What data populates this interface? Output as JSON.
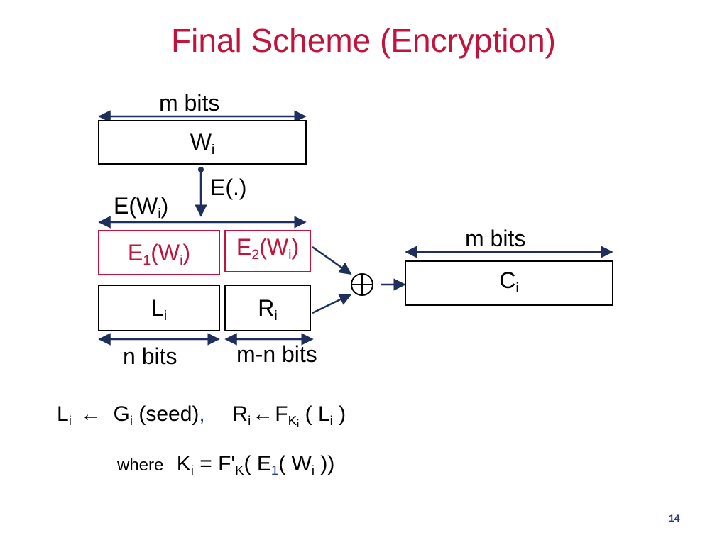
{
  "title": "Final Scheme (Encryption)",
  "colors": {
    "title": "#c0143c",
    "arrow": "#1f2f5c",
    "accent_blue": "#1e3c96"
  },
  "labels": {
    "m_bits_top": "m bits",
    "w_base": "W",
    "w_sub": "i",
    "e_dot": "E(.)",
    "ew_prefix": "E(W",
    "ew_sub": "i",
    "ew_suffix": ")",
    "e1_base": "E",
    "e1_sub1": "1",
    "e1_mid": "(W",
    "e1_sub2": "i",
    "e1_end": ")",
    "e2_base": "E",
    "e2_sub1": "2",
    "e2_mid": "(W",
    "e2_sub2": "i",
    "e2_end": ")",
    "l_base": "L",
    "l_sub": "i",
    "r_base": "R",
    "r_sub": "i",
    "n_bits": "n bits",
    "m_n_bits": "m-n bits",
    "m_bits_right": "m bits",
    "c_base": "C",
    "c_sub": "i",
    "xor_icon": "xor-circle-plus"
  },
  "formula1": {
    "L": "L",
    "L_sub": "i",
    "arrow1": "←",
    "G": "G",
    "G_sub": "i",
    "seed": "(seed)",
    "comma": ",",
    "R": "R",
    "R_sub": "i",
    "arrow2": "←",
    "F": "F",
    "F_sub_K": "K",
    "F_sub_i": "i",
    "open": "( L",
    "inner_sub": "i",
    "close": ")"
  },
  "formula2": {
    "where": "where",
    "K": "K",
    "K_sub": "i",
    "eq": "= F'",
    "Fp_sub": "K",
    "open": "( E",
    "E_sub": "1",
    "mid": "( W",
    "W_sub": "i",
    "close": "))"
  },
  "page_number": "14"
}
